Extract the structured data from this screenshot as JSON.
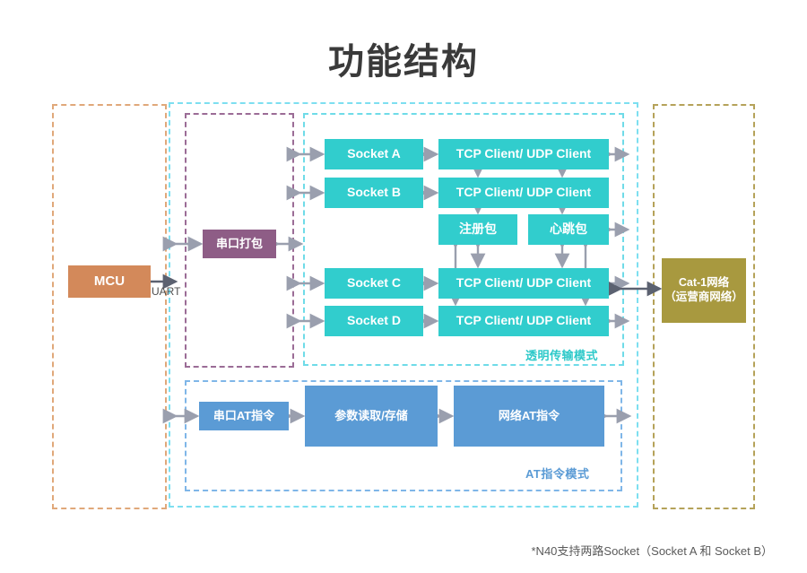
{
  "title": "功能结构",
  "footnote": "*N40支持两路Socket（Socket A 和 Socket B）",
  "labels": {
    "uart": "UART",
    "transparent_mode": "透明传输模式",
    "at_mode": "AT指令模式"
  },
  "colors": {
    "teal": "#31cdcd",
    "purple": "#8e5d86",
    "orange": "#d3895a",
    "olive": "#a8993f",
    "blue": "#5b9bd5",
    "arrow": "#8a8fa0",
    "arrow_dark": "#5b6170",
    "title": "#3a3a3a",
    "dash_mcu": "#e0a87a",
    "dash_outer": "#7ddff0",
    "dash_uart": "#9b6c96",
    "dash_transparent": "#6fdbe8",
    "dash_at": "#7fb6e8",
    "dash_network": "#b5a259"
  },
  "blocks": {
    "mcu": "MCU",
    "serial_packing": "串口打包",
    "network_line1": "Cat-1网络",
    "network_line2": "（运营商网络）",
    "sockets": [
      {
        "name": "Socket A",
        "client": "TCP Client/ UDP Client"
      },
      {
        "name": "Socket B",
        "client": "TCP Client/ UDP Client"
      },
      {
        "name": "Socket C",
        "client": "TCP Client/ UDP Client"
      },
      {
        "name": "Socket D",
        "client": "TCP Client/ UDP Client"
      }
    ],
    "register_packet": "注册包",
    "heartbeat_packet": "心跳包",
    "at_serial": "串口AT指令",
    "at_param": "参数读取/存储",
    "at_network": "网络AT指令"
  }
}
